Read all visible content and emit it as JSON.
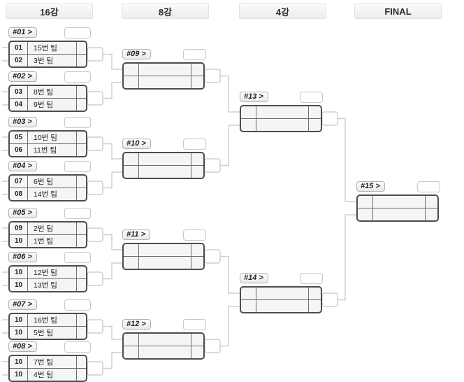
{
  "columns": [
    {
      "label": "16강"
    },
    {
      "label": "8강"
    },
    {
      "label": "4강"
    },
    {
      "label": "FINAL"
    }
  ],
  "matches": [
    {
      "label": "#01 >",
      "teams": [
        {
          "seed": "01",
          "name": "15번 팀"
        },
        {
          "seed": "02",
          "name": "3번 팀"
        }
      ]
    },
    {
      "label": "#02 >",
      "teams": [
        {
          "seed": "03",
          "name": "8번 팀"
        },
        {
          "seed": "04",
          "name": "9번 팀"
        }
      ]
    },
    {
      "label": "#03 >",
      "teams": [
        {
          "seed": "05",
          "name": "10번 팀"
        },
        {
          "seed": "06",
          "name": "11번 팀"
        }
      ]
    },
    {
      "label": "#04 >",
      "teams": [
        {
          "seed": "07",
          "name": "6번 팀"
        },
        {
          "seed": "08",
          "name": "14번 팀"
        }
      ]
    },
    {
      "label": "#05 >",
      "teams": [
        {
          "seed": "09",
          "name": "2번 팀"
        },
        {
          "seed": "10",
          "name": "1번 팀"
        }
      ]
    },
    {
      "label": "#06 >",
      "teams": [
        {
          "seed": "10",
          "name": "12번 팀"
        },
        {
          "seed": "10",
          "name": "13번 팀"
        }
      ]
    },
    {
      "label": "#07 >",
      "teams": [
        {
          "seed": "10",
          "name": "16번 팀"
        },
        {
          "seed": "10",
          "name": "5번 팀"
        }
      ]
    },
    {
      "label": "#08 >",
      "teams": [
        {
          "seed": "10",
          "name": "7번 팀"
        },
        {
          "seed": "10",
          "name": "4번 팀"
        }
      ]
    },
    {
      "label": "#09 >",
      "teams": [
        {
          "seed": "",
          "name": ""
        },
        {
          "seed": "",
          "name": ""
        }
      ]
    },
    {
      "label": "#10 >",
      "teams": [
        {
          "seed": "",
          "name": ""
        },
        {
          "seed": "",
          "name": ""
        }
      ]
    },
    {
      "label": "#11 >",
      "teams": [
        {
          "seed": "",
          "name": ""
        },
        {
          "seed": "",
          "name": ""
        }
      ]
    },
    {
      "label": "#12 >",
      "teams": [
        {
          "seed": "",
          "name": ""
        },
        {
          "seed": "",
          "name": ""
        }
      ]
    },
    {
      "label": "#13 >",
      "teams": [
        {
          "seed": "",
          "name": ""
        },
        {
          "seed": "",
          "name": ""
        }
      ]
    },
    {
      "label": "#14 >",
      "teams": [
        {
          "seed": "",
          "name": ""
        },
        {
          "seed": "",
          "name": ""
        }
      ]
    },
    {
      "label": "#15 >",
      "teams": [
        {
          "seed": "",
          "name": ""
        },
        {
          "seed": "",
          "name": ""
        }
      ]
    }
  ],
  "colors": {
    "connector": "#cfcfcf",
    "box_border": "#4d4d4d",
    "box_fill": "#f4f5f7"
  }
}
